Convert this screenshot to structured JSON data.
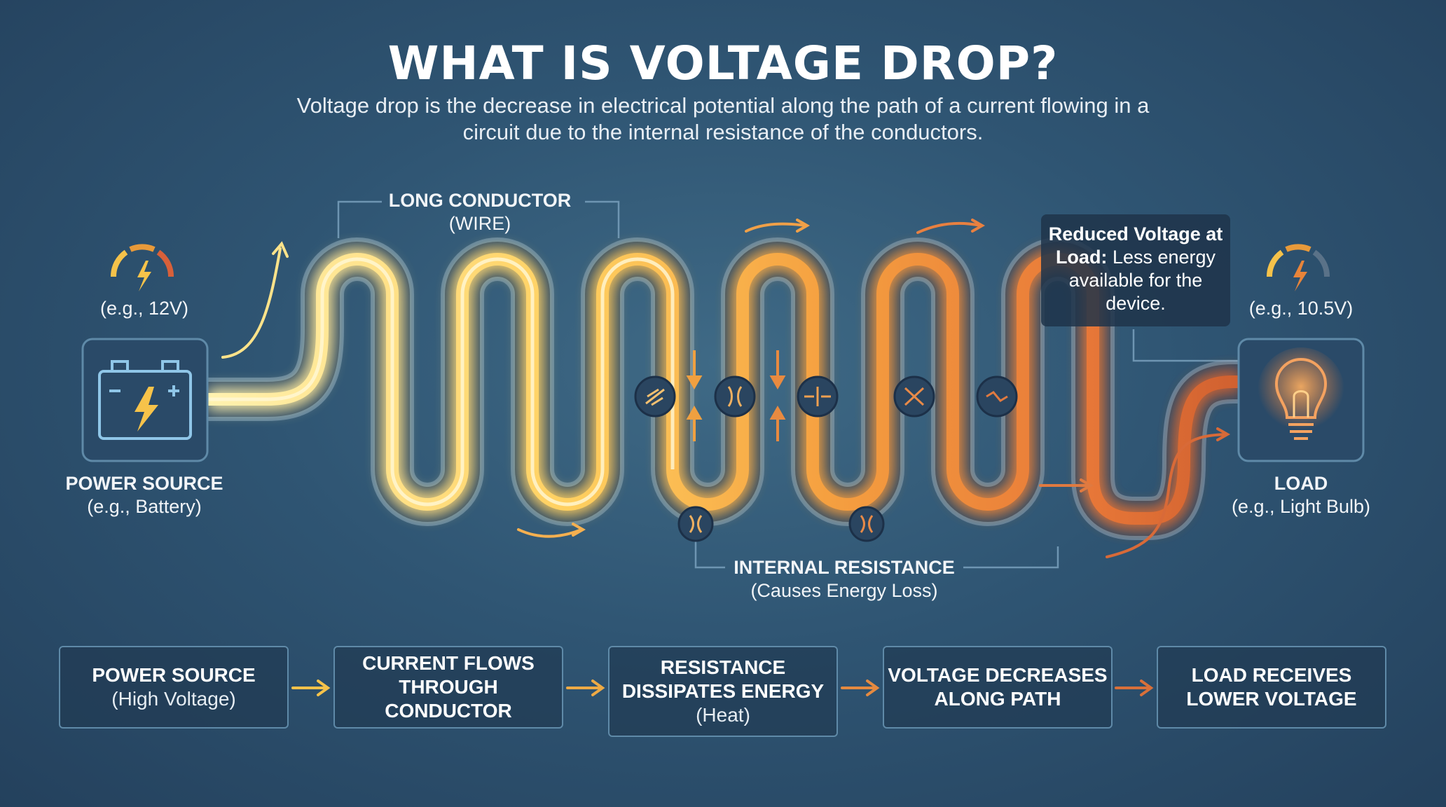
{
  "title": "WHAT IS VOLTAGE DROP?",
  "subtitle": "Voltage drop is the decrease in electrical potential along the path of a current flowing in a circuit due to the internal resistance of the conductors.",
  "source": {
    "voltage": "(e.g., 12V)",
    "label": "POWER SOURCE",
    "example": "(e.g., Battery)"
  },
  "conductor": {
    "label": "LONG CONDUCTOR",
    "sub": "(WIRE)"
  },
  "resistance": {
    "label": "INTERNAL RESISTANCE",
    "sub": "(Causes Energy Loss)"
  },
  "reduced_note": {
    "bold": "Reduced Voltage at Load:",
    "rest": "Less energy available for the device."
  },
  "load": {
    "voltage": "(e.g., 10.5V)",
    "label": "LOAD",
    "example": "(e.g., Light Bulb)"
  },
  "steps": [
    {
      "title": "POWER SOURCE",
      "sub": "(High Voltage)"
    },
    {
      "title": "CURRENT FLOWS THROUGH CONDUCTOR",
      "sub": ""
    },
    {
      "title": "RESISTANCE DISSIPATES ENERGY",
      "sub": "(Heat)"
    },
    {
      "title": "VOLTAGE DECREASES ALONG PATH",
      "sub": ""
    },
    {
      "title": "LOAD RECEIVES LOWER VOLTAGE",
      "sub": ""
    }
  ],
  "colors": {
    "hot": "#ffe27a",
    "warm": "#f0a040",
    "cool": "#e06a30",
    "frame": "#5f8aa8",
    "background": "#2f5573"
  },
  "icons": [
    "gauge-icon",
    "battery-icon",
    "lightning-icon",
    "lightbulb-icon",
    "resistor-icon",
    "arrow-icon"
  ]
}
